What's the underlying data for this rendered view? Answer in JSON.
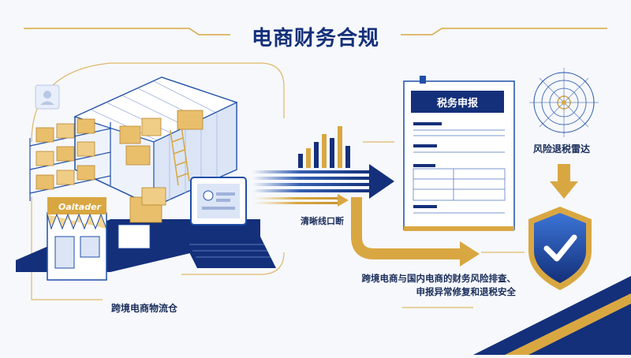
{
  "title": "电商财务合规",
  "labels": {
    "warehouse": "跨境电商物流仓",
    "channel": "清晰线口断",
    "radar": "风险退税雷达",
    "summary_line1": "跨境电商与国内电商的财务风险排查、",
    "summary_line2": "申报异常修复和退税安全"
  },
  "document": {
    "title": "税务申报"
  },
  "shop": {
    "sign": "Oaltader"
  },
  "colors": {
    "navy": "#14307a",
    "blue": "#1f4fa8",
    "gold": "#d9a742",
    "box": "#e9bf6b",
    "bg": "#f6f8fc"
  }
}
